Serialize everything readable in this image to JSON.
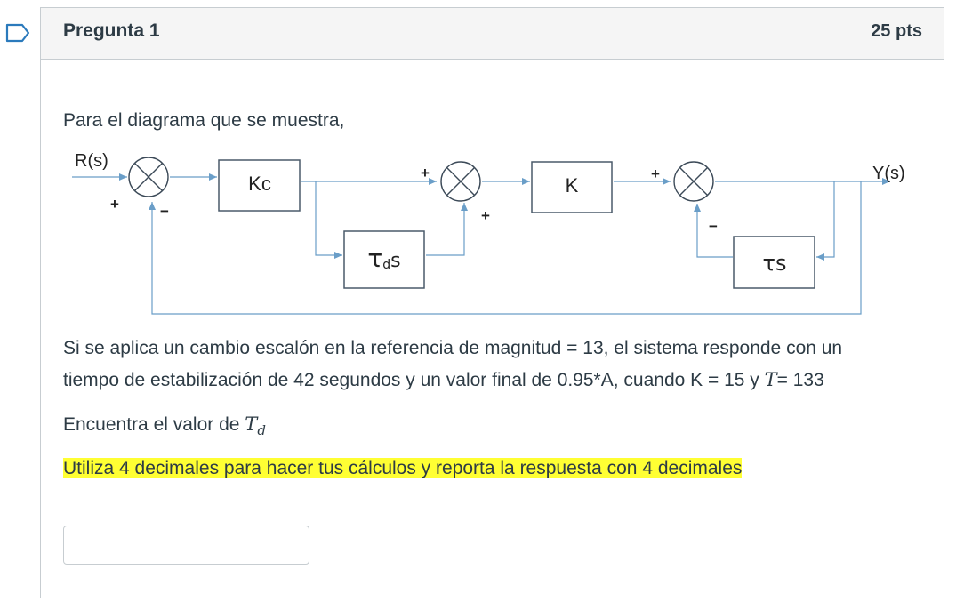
{
  "question": {
    "title": "Pregunta 1",
    "points": "25 pts",
    "intro": "Para el diagrama que se muestra,",
    "line1": "Si se aplica un cambio escalón en la referencia de magnitud = 13, el sistema responde con un",
    "line2": "tiempo de estabilización de 42 segundos y un valor final de 0.95*A, cuando K = 15 y ",
    "line2_tau": "T",
    "line2_end": "= 133",
    "find": "Encuentra el valor de ",
    "find_tau": "T",
    "find_sub": "d",
    "instruction": "Utiliza 4 decimales para hacer tus cálculos y reporta la respuesta con 4 decimales"
  },
  "diagram": {
    "input_label": "R(s)",
    "output_label": "Y(s)",
    "block_kc": "Kc",
    "block_k": "K",
    "block_tds_tau": "τ",
    "block_tds_sub": "d",
    "block_tds_s": "s",
    "block_ts": "τs",
    "signs": {
      "sum1_in": "+",
      "sum1_fb": "−",
      "sum2_top": "+",
      "sum2_bottom": "+",
      "sum3_in": "+",
      "sum3_fb": "−"
    }
  },
  "answer": {
    "value": ""
  },
  "colors": {
    "line": "#6a9ec8",
    "block_border": "#4a5a6a",
    "highlight": "#ffff33"
  }
}
